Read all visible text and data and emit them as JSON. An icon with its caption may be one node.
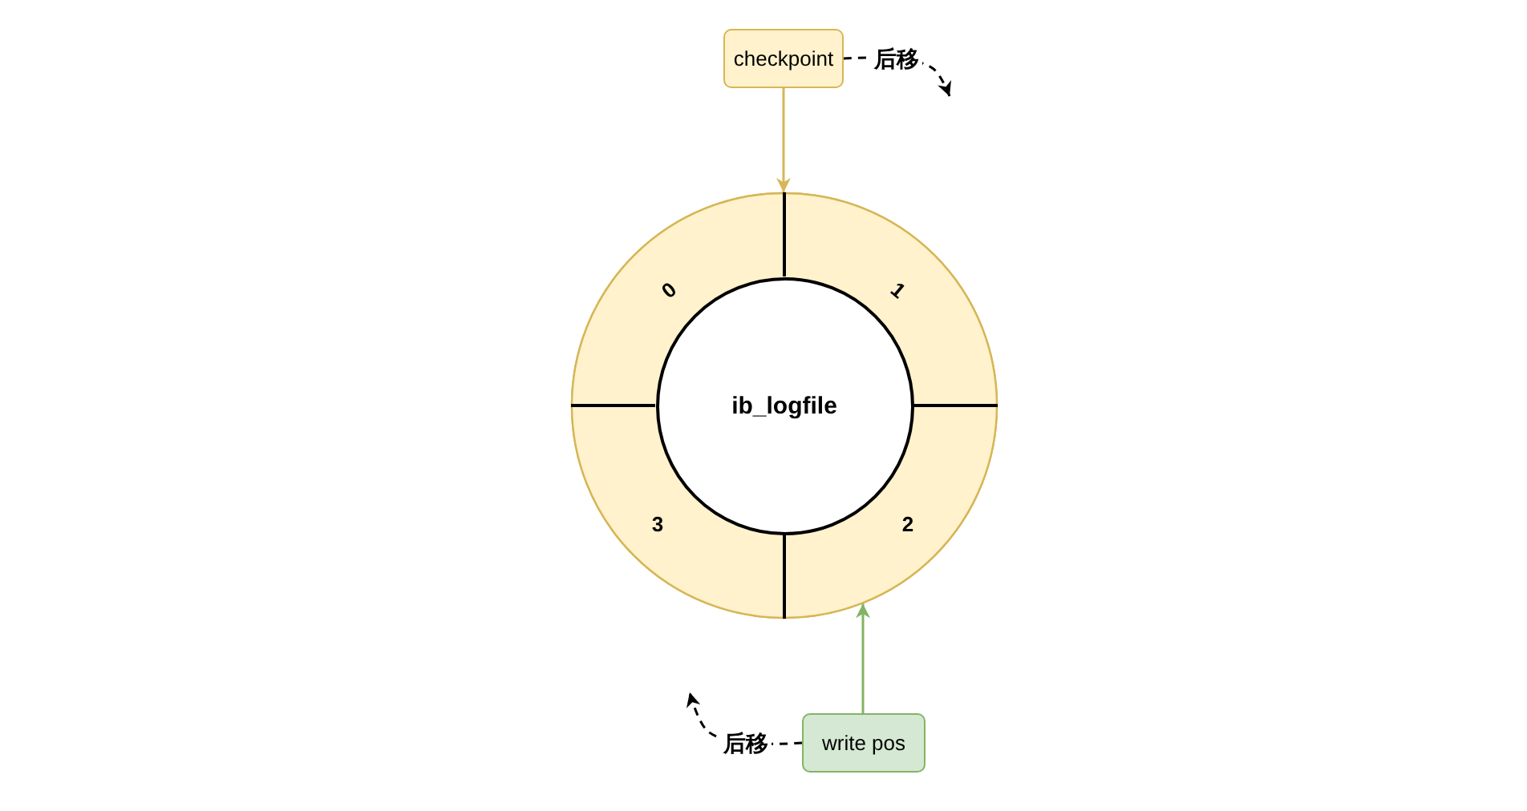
{
  "diagram": {
    "nodes": [
      {
        "text": [
          "checkpoint"
        ]
      },
      {
        "text": [],
        "shape": "circle"
      },
      {
        "text": [
          "0"
        ],
        "in": 1
      },
      {
        "text": [
          "1"
        ],
        "in": 1
      },
      {
        "text": [
          "2"
        ],
        "in": 1
      },
      {
        "text": [
          "3"
        ],
        "in": 1
      },
      {
        "text": [
          "ib_logfile"
        ],
        "in": 1
      },
      {
        "text": [
          "write pos"
        ]
      }
    ],
    "edges": [
      {
        "from": 0,
        "to": 1,
        "arrow": "to",
        "color": "#d6b656"
      },
      {
        "from": 0,
        "to": null,
        "arrow": "to",
        "label": "后移",
        "style": "dashed"
      },
      {
        "from": 7,
        "to": 4,
        "arrow": "to",
        "color": "#82b366"
      },
      {
        "from": 7,
        "to": null,
        "arrow": "to",
        "label": "后移",
        "style": "dashed"
      }
    ]
  }
}
